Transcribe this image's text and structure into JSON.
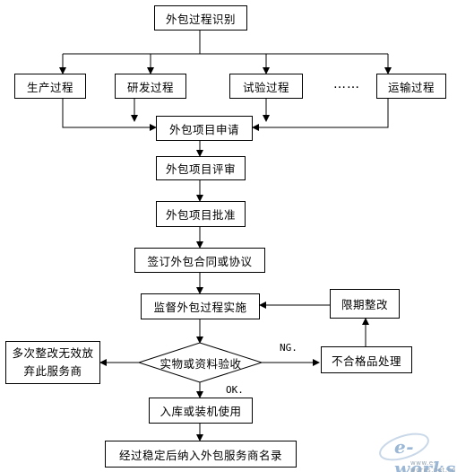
{
  "nodes": {
    "identify": "外包过程识别",
    "production": "生产过程",
    "rnd": "研发过程",
    "testing": "试验过程",
    "ellipsis": "……",
    "transport": "运输过程",
    "apply": "外包项目申请",
    "review": "外包项目评审",
    "approve": "外包项目批准",
    "contract": "签订外包合同或协议",
    "supervise": "监督外包过程实施",
    "rectify": "限期整改",
    "inspect": "实物或资料验收",
    "abandon": "多次整改无效放弃此服务商",
    "nonconform": "不合格品处理",
    "storage": "入库或装机使用",
    "register": "经过稳定后纳入外包服务商名录"
  },
  "edge_labels": {
    "ng": "NG.",
    "ok": "OK."
  },
  "watermark": {
    "text": "e-works",
    "subtext": "www.e-works.net.cn",
    "color": "#9bb7d6"
  }
}
